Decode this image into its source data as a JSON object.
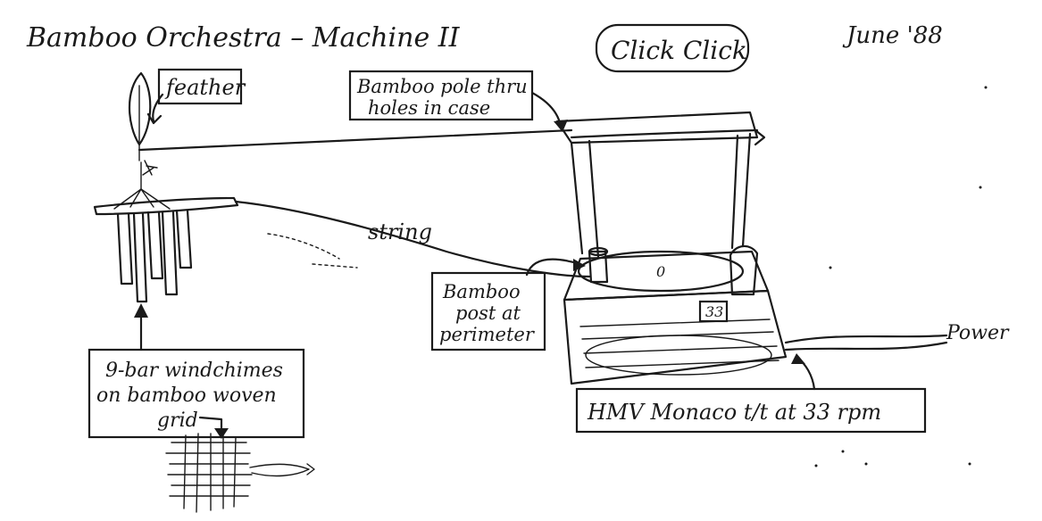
{
  "header": {
    "title": "Bamboo Orchestra – Machine II",
    "date": "June '88",
    "subtitle": "Click Click"
  },
  "labels": {
    "feather": "feather",
    "bamboo_pole": [
      "Bamboo pole thru",
      "holes in case"
    ],
    "string": "string",
    "bamboo_post": [
      "Bamboo",
      "post at",
      "perimeter"
    ],
    "windchimes": [
      "9-bar windchimes",
      "on bamboo woven",
      "grid"
    ],
    "turntable": "HMV Monaco t/t at 33 rpm",
    "power": "Power",
    "rpm_badge": "33",
    "platter_mark": "0"
  }
}
